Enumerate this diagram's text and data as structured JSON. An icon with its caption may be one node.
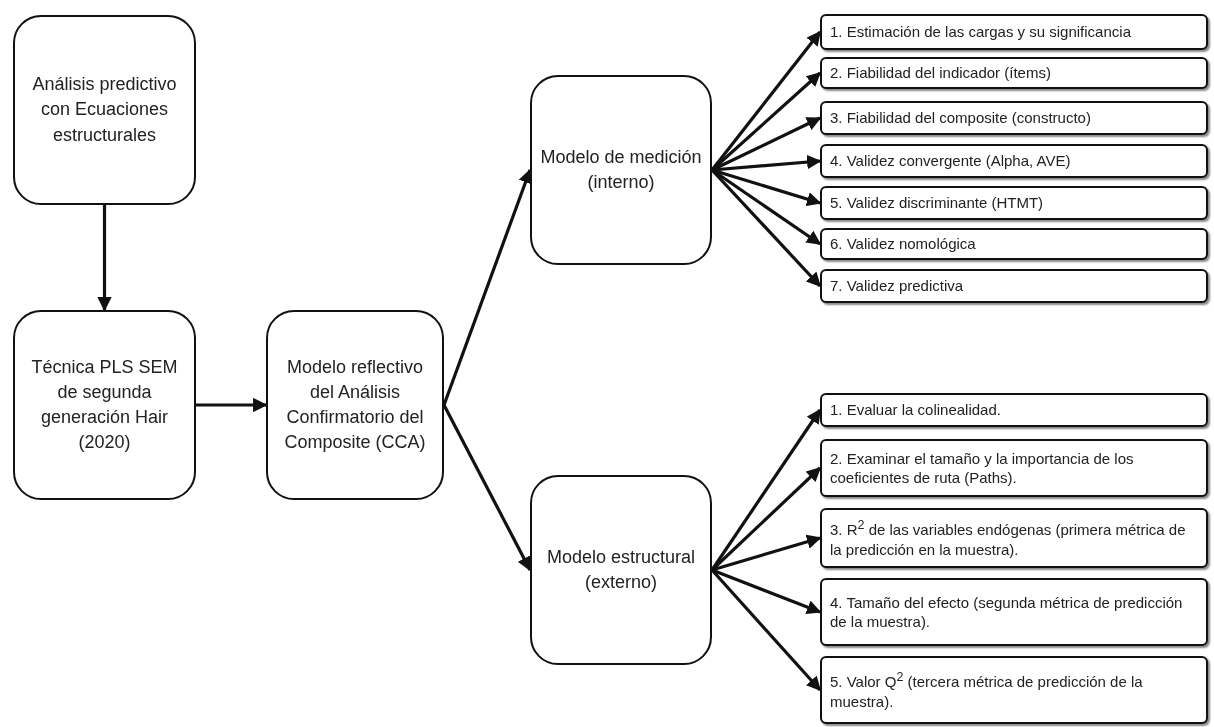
{
  "diagram": {
    "nodes": [
      {
        "text": [
          "Análisis predictivo con Ecuaciones estructurales"
        ]
      },
      {
        "text": [
          "Técnica PLS SEM de segunda generación Hair (2020)"
        ]
      },
      {
        "text": [
          "Modelo reflectivo del Análisis Confirmatorio del Composite (CCA)"
        ]
      },
      {
        "text": [
          "Modelo de medición (interno)"
        ]
      },
      {
        "text": [
          "Modelo estructural (externo)"
        ]
      },
      {
        "text": [
          "1. Estimación de las cargas y su significancia"
        ]
      },
      {
        "text": [
          "2. Fiabilidad del indicador (ítems)"
        ]
      },
      {
        "text": [
          "3. Fiabilidad del composite (constructo)"
        ]
      },
      {
        "text": [
          "4. Validez convergente (Alpha, AVE)"
        ]
      },
      {
        "text": [
          "5. Validez discriminante (HTMT)"
        ]
      },
      {
        "text": [
          "6. Validez nomológica"
        ]
      },
      {
        "text": [
          "7. Validez predictiva"
        ]
      },
      {
        "text": [
          "1. Evaluar la colinealidad."
        ]
      },
      {
        "text": [
          "2. Examinar el tamaño y la importancia de los coeficientes de ruta (Paths)."
        ]
      },
      {
        "text": [
          "3. R$^{2}$ de las variables endógenas (primera métrica de la predicción en la muestra)."
        ]
      },
      {
        "text": [
          "4. Tamaño del efecto (segunda métrica de predicción de la muestra)."
        ]
      },
      {
        "text": [
          "5. Valor Q$^{2}$ (tercera métrica de predicción de la muestra)."
        ]
      }
    ],
    "edges": [
      {
        "from": 0,
        "to": 1,
        "arrow": "to"
      },
      {
        "from": 1,
        "to": 2,
        "arrow": "to"
      },
      {
        "from": 2,
        "to": 3,
        "arrow": "to"
      },
      {
        "from": 2,
        "to": 4,
        "arrow": "to"
      },
      {
        "from": 3,
        "to": 5,
        "arrow": "to"
      },
      {
        "from": 3,
        "to": 6,
        "arrow": "to"
      },
      {
        "from": 3,
        "to": 7,
        "arrow": "to"
      },
      {
        "from": 3,
        "to": 8,
        "arrow": "to"
      },
      {
        "from": 3,
        "to": 9,
        "arrow": "to"
      },
      {
        "from": 3,
        "to": 10,
        "arrow": "to"
      },
      {
        "from": 3,
        "to": 11,
        "arrow": "to"
      },
      {
        "from": 4,
        "to": 12,
        "arrow": "to"
      },
      {
        "from": 4,
        "to": 13,
        "arrow": "to"
      },
      {
        "from": 4,
        "to": 14,
        "arrow": "to"
      },
      {
        "from": 4,
        "to": 15,
        "arrow": "to"
      },
      {
        "from": 4,
        "to": 16,
        "arrow": "to"
      }
    ]
  }
}
